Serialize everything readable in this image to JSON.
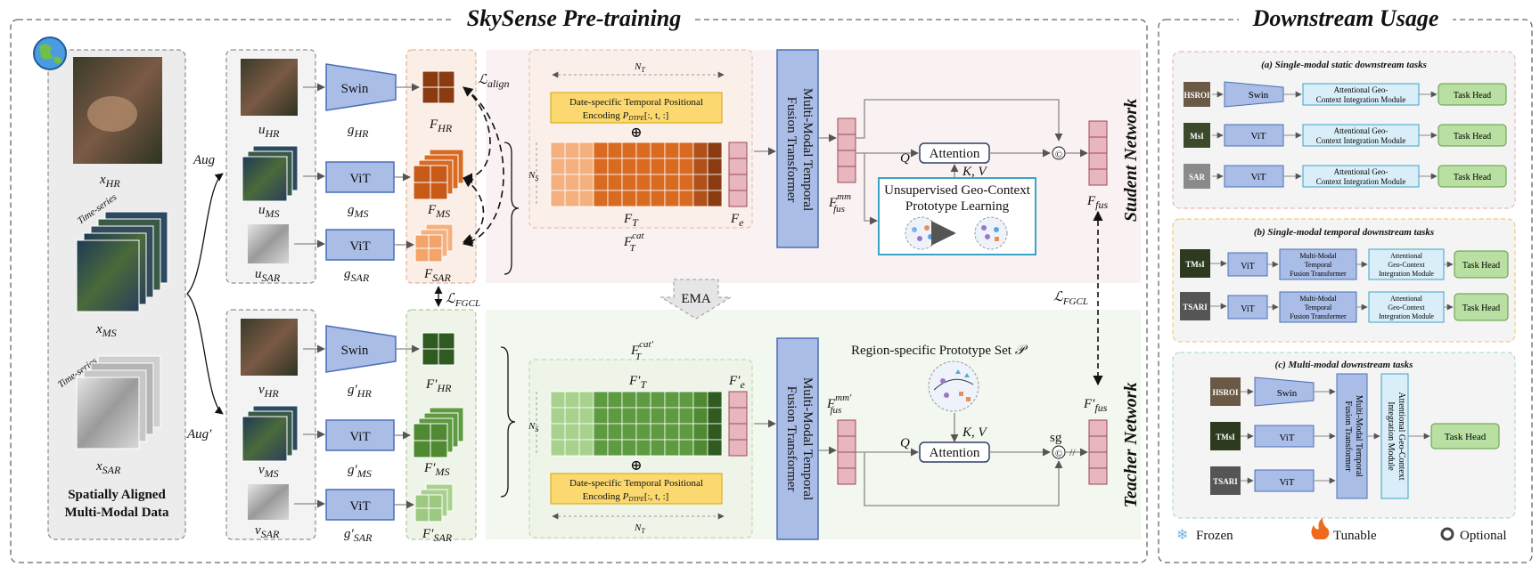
{
  "titles": {
    "pretraining": "SkySense Pre-training",
    "downstream": "Downstream Usage"
  },
  "inputs": {
    "x_hr": "x",
    "x_hr_sub": "HR",
    "x_ms": "x",
    "x_ms_sub": "MS",
    "x_sar": "x",
    "x_sar_sub": "SAR",
    "time_series": "Time-series",
    "caption_line1": "Spatially Aligned",
    "caption_line2": "Multi-Modal Data",
    "aug": "Aug",
    "aug_prime": "Aug′"
  },
  "student": {
    "u_hr": "u",
    "u_hr_sub": "HR",
    "u_ms": "u",
    "u_ms_sub": "MS",
    "u_sar": "u",
    "u_sar_sub": "SAR",
    "swin": "Swin",
    "vit": "ViT",
    "g_hr": "g",
    "g_hr_sub": "HR",
    "g_ms": "g",
    "g_ms_sub": "MS",
    "g_sar": "g",
    "g_sar_sub": "SAR",
    "f_hr": "F",
    "f_hr_sub": "HR",
    "f_ms": "F",
    "f_ms_sub": "MS",
    "f_sar": "F",
    "f_sar_sub": "SAR",
    "l_align": "ℒ",
    "l_align_sub": "align",
    "nt": "N",
    "nt_sub": "T",
    "ns": "N",
    "ns_sub": "S",
    "dtpe_line1": "Date-specific Temporal Positional",
    "dtpe_line2": "Encoding",
    "dtpe_formula": "P",
    "dtpe_formula_sub": "DTPE",
    "dtpe_formula_args": "[:, t, :]",
    "oplus": "⊕",
    "ft": "F",
    "ft_sub": "T",
    "fe": "F",
    "fe_sub": "e",
    "ft_cat": "F",
    "ft_cat_sub": "T",
    "ft_cat_sup": "cat",
    "fusion_line1": "Multi-Modal Temporal",
    "fusion_line2": "Fusion Transformer",
    "ffus_mm": "F",
    "ffus_mm_sub": "fus",
    "ffus_mm_sup": "mm",
    "q": "Q",
    "kv": "K, V",
    "attention": "Attention",
    "proto_line1": "Unsupervised Geo-Context",
    "proto_line2": "Prototype Learning",
    "concat": "©",
    "ffus": "F",
    "ffus_sub": "fus",
    "network": "Student Network"
  },
  "middle": {
    "ema": "EMA",
    "l_fgcl": "ℒ",
    "l_fgcl_sub": "FGCL"
  },
  "teacher": {
    "v_hr": "v",
    "v_hr_sub": "HR",
    "v_ms": "v",
    "v_ms_sub": "MS",
    "v_sar": "v",
    "v_sar_sub": "SAR",
    "swin": "Swin",
    "vit": "ViT",
    "g_hr": "g′",
    "g_hr_sub": "HR",
    "g_ms": "g′",
    "g_ms_sub": "MS",
    "g_sar": "g′",
    "g_sar_sub": "SAR",
    "f_hr": "F′",
    "f_hr_sub": "HR",
    "f_ms": "F′",
    "f_ms_sub": "MS",
    "f_sar": "F′",
    "f_sar_sub": "SAR",
    "ft_cat": "F",
    "ft_cat_sub": "T",
    "ft_cat_sup": "cat′",
    "ft": "F′",
    "ft_sub": "T",
    "fe": "F′",
    "fe_sub": "e",
    "ns": "N",
    "ns_sub": "S",
    "nt": "N",
    "nt_sub": "T",
    "dtpe_line1": "Date-specific Temporal Positional",
    "dtpe_line2": "Encoding",
    "dtpe_formula": "P",
    "dtpe_formula_sub": "DTPE",
    "dtpe_formula_args": "[:, t, :]",
    "oplus": "⊕",
    "fusion_line1": "Multi-Modal Temporal",
    "fusion_line2": "Fusion Transformer",
    "ffus_mm": "F",
    "ffus_mm_sub": "fus",
    "ffus_mm_sup": "mm′",
    "prototype_set": "Region-specific Prototype Set",
    "prototype_symbol": "𝒫",
    "q": "Q",
    "kv": "K, V",
    "attention": "Attention",
    "concat": "©",
    "sg": "sg",
    "ffus": "F′",
    "ffus_sub": "fus",
    "l_fgcl": "ℒ",
    "l_fgcl_sub": "FGCL",
    "network": "Teacher Network"
  },
  "downstream": {
    "a_title": "(a) Single-modal static downstream tasks",
    "a_rows": [
      {
        "input": "HSROI",
        "encoder": "Swin",
        "module_line1": "Attentional Geo-",
        "module_line2": "Context Integration Module",
        "head": "Task Head"
      },
      {
        "input": "MsI",
        "encoder": "ViT",
        "module_line1": "Attentional Geo-",
        "module_line2": "Context Integration Module",
        "head": "Task Head"
      },
      {
        "input": "SAR",
        "encoder": "ViT",
        "module_line1": "Attentional Geo-",
        "module_line2": "Context Integration Module",
        "head": "Task Head"
      }
    ],
    "b_title": "(b) Single-modal temporal downstream tasks",
    "b_rows": [
      {
        "input": "TMsI",
        "encoder": "ViT",
        "fusion_line1": "Multi-Modal",
        "fusion_line2": "Temporal",
        "fusion_line3": "Fusion Transformer",
        "module_line1": "Attentional",
        "module_line2": "Geo-Context",
        "module_line3": "Integration Module",
        "head": "Task Head"
      },
      {
        "input": "TSARI",
        "encoder": "ViT",
        "fusion_line1": "Multi-Modal",
        "fusion_line2": "Temporal",
        "fusion_line3": "Fusion Transformer",
        "module_line1": "Attentional",
        "module_line2": "Geo-Context",
        "module_line3": "Integration Module",
        "head": "Task Head"
      }
    ],
    "c_title": "(c) Multi-modal downstream tasks",
    "c_inputs": [
      "HSROI",
      "TMsI",
      "TSARI"
    ],
    "c_encoders": [
      "Swin",
      "ViT",
      "ViT"
    ],
    "c_fusion_line1": "Multi-Modal Temporal",
    "c_fusion_line2": "Fusion Transformer",
    "c_module_line1": "Attentional Geo-Context",
    "c_module_line2": "Integration Module",
    "c_head": "Task Head",
    "legend": {
      "frozen": "Frozen",
      "tunable": "Tunable",
      "optional": "Optional"
    }
  },
  "colors": {
    "encoder_blue": "#a9bde6",
    "encoder_stroke": "#4a6fb5",
    "orange_dark": "#b0501a",
    "orange_mid": "#d96a22",
    "orange_light": "#f4b07e",
    "green_dark": "#3d6b2a",
    "green_mid": "#5e9a40",
    "green_light": "#a9d18e",
    "pink": "#e8b6be",
    "pink_stroke": "#9c4a57",
    "yellow": "#fbd970",
    "yellow_stroke": "#d6a500",
    "task_green": "#b9e0a2",
    "module_cyan": "#d9eef8",
    "module_stroke": "#3aa3c9"
  }
}
